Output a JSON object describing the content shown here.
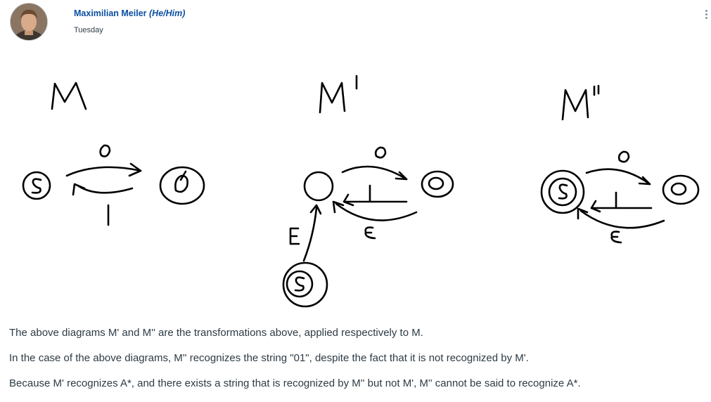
{
  "post": {
    "author_name": "Maximilian Meiler",
    "author_pronouns": "(He/Him)",
    "date": "Tuesday"
  },
  "icons": {
    "avatar": "user-avatar-photo",
    "menu": "kebab-menu-icon"
  },
  "diagram": {
    "labels": {
      "m": "M",
      "m_prime": "M'",
      "m_double_prime": "M''"
    },
    "state_labels": {
      "start": "S",
      "accept": "0"
    },
    "edge_labels": {
      "zero": "0",
      "one": "1",
      "epsilon": "ε"
    }
  },
  "body": {
    "p1": "The above diagrams M' and M'' are the transformations above, applied respectively to M.",
    "p2": "In the case of the above diagrams, M'' recognizes the string \"01\", despite the fact that it is not recognized by M'.",
    "p3": "Because M' recognizes A*, and there exists a string that is recognized by M'' but not M', M'' cannot be said to recognize A*."
  }
}
